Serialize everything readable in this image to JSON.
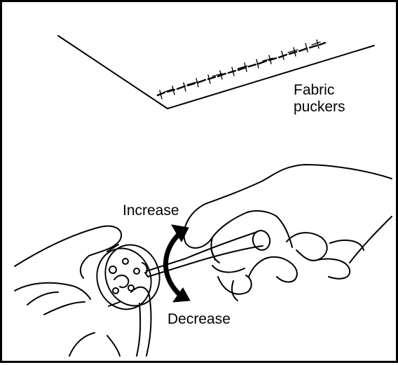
{
  "illustration": {
    "fabric_label_line1": "Fabric",
    "fabric_label_line2": "puckers",
    "increase_label": "Increase",
    "decrease_label": "Decrease"
  },
  "icons": [
    "fabric-sheet-icon",
    "stitch-line-icon",
    "bobbin-case-icon",
    "screwdriver-icon",
    "rotation-arrow-icon",
    "hand-icon"
  ],
  "colors": {
    "ink": "#000000",
    "paper": "#ffffff",
    "frame": "#000000"
  }
}
